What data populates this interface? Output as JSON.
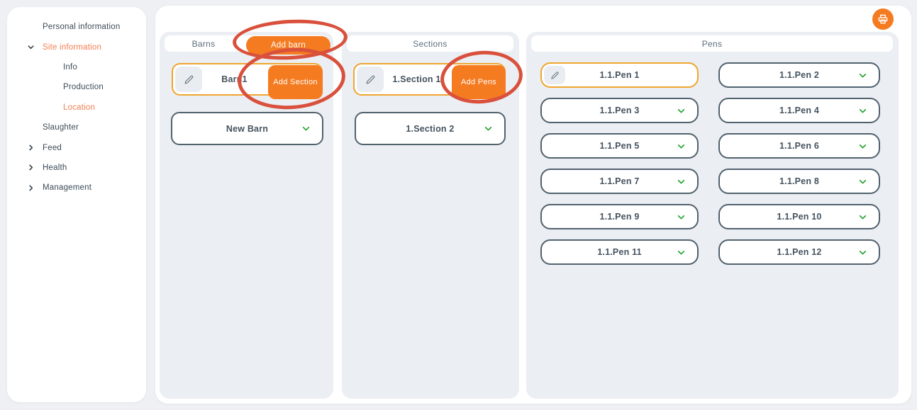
{
  "colors": {
    "page_bg": "#eef0f3",
    "panel_bg": "#ebeef2",
    "accent_orange": "#f57b20",
    "selected_border_orange": "#f0a52e",
    "slate_border": "#51626f",
    "slate_text": "#45535f",
    "active_nav_orange": "#f47f51",
    "green_chevron": "#1ea32c",
    "annotation_red": "#d9503c"
  },
  "icons": {
    "print": "printer-icon",
    "edit": "pencil-icon",
    "expand": "chevron-down-icon",
    "collapsed": "chevron-right-icon"
  },
  "sidebar": {
    "items": [
      {
        "label": "Personal information",
        "level": 1,
        "chevron": "none",
        "active": false
      },
      {
        "label": "Site information",
        "level": 1,
        "chevron": "down",
        "active": true
      },
      {
        "label": "Info",
        "level": 2,
        "chevron": "none",
        "active": false
      },
      {
        "label": "Production",
        "level": 2,
        "chevron": "none",
        "active": false
      },
      {
        "label": "Location",
        "level": 2,
        "chevron": "none",
        "active": true
      },
      {
        "label": "Slaughter",
        "level": 1,
        "chevron": "none",
        "active": false
      },
      {
        "label": "Feed",
        "level": 1,
        "chevron": "right",
        "active": false
      },
      {
        "label": "Health",
        "level": 1,
        "chevron": "right",
        "active": false
      },
      {
        "label": "Management",
        "level": 1,
        "chevron": "right",
        "active": false
      }
    ]
  },
  "barns": {
    "header": "Barns",
    "add_button": "Add barn",
    "selected": {
      "name": "Barn1",
      "action_button": "Add Section"
    },
    "items": [
      {
        "name": "New Barn"
      }
    ]
  },
  "sections": {
    "header": "Sections",
    "selected": {
      "name": "1.Section 1",
      "action_button": "Add Pens"
    },
    "items": [
      {
        "name": "1.Section 2"
      }
    ]
  },
  "pens": {
    "header": "Pens",
    "selected": {
      "name": "1.1.Pen 1"
    },
    "items": [
      "1.1.Pen 2",
      "1.1.Pen 3",
      "1.1.Pen 4",
      "1.1.Pen 5",
      "1.1.Pen 6",
      "1.1.Pen 7",
      "1.1.Pen 8",
      "1.1.Pen 9",
      "1.1.Pen 10",
      "1.1.Pen 11",
      "1.1.Pen 12"
    ]
  }
}
